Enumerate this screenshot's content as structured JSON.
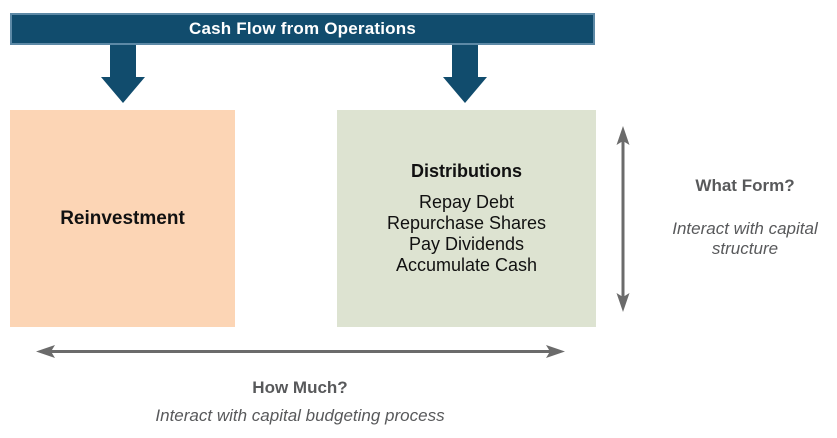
{
  "colors": {
    "header_bg": "#114c6d",
    "header_border": "#5d89a6",
    "arrow_navy": "#114c6d",
    "reinvestment_bg": "#fcd5b5",
    "distributions_bg": "#dde3d1",
    "arrow_gray": "#6b6b6b",
    "text_gray": "#58595b",
    "text_black": "#111111"
  },
  "header": {
    "title": "Cash Flow from Operations"
  },
  "boxes": {
    "reinvestment": {
      "label": "Reinvestment"
    },
    "distributions": {
      "title": "Distributions",
      "items": [
        "Repay Debt",
        "Repurchase Shares",
        "Pay Dividends",
        "Accumulate Cash"
      ]
    }
  },
  "annotations": {
    "what_form": {
      "title": "What Form?",
      "subtitle": "Interact with capital structure"
    },
    "how_much": {
      "title": "How Much?",
      "subtitle": "Interact with capital budgeting process"
    }
  }
}
